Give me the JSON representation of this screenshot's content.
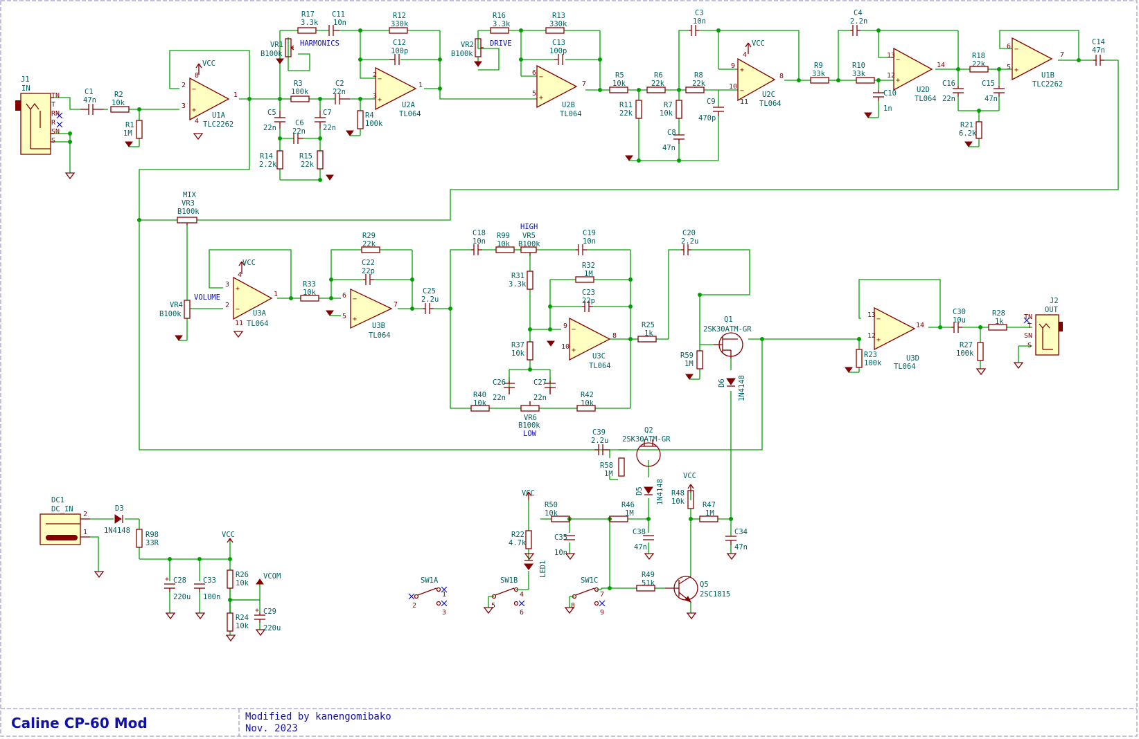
{
  "title_block": {
    "title": "Caline CP-60 Mod",
    "modified_by": "Modified by kanengomibako",
    "date": "Nov. 2023"
  },
  "colors": {
    "wire": "#00a000",
    "symbol": "#840000",
    "body": "#ffffc2",
    "text": "#006060",
    "net": "#1010b0",
    "frame": "#8080c0"
  },
  "labels": {
    "J1": "J1",
    "J1_val": "IN",
    "J1_pins": [
      "TN",
      "T",
      "RN",
      "R",
      "SN",
      "S"
    ],
    "J2": "J2",
    "J2_val": "OUT",
    "J2_pins": [
      "TN",
      "T",
      "SN",
      "S"
    ],
    "C1": "C1",
    "C1v": "47n",
    "R2": "R2",
    "R2v": "10k",
    "R1": "R1",
    "R1v": "1M",
    "U1A": "U1A",
    "U1Av": "TLC2262",
    "U1B": "U1B",
    "U1Bv": "TLC2262",
    "R17": "R17",
    "R17v": "3.3k",
    "C11": "C11",
    "C11v": "10n",
    "VR1": "VR1",
    "VR1v": "B100k",
    "HARM": "HARMONICS",
    "R3": "R3",
    "R3v": "100k",
    "C2": "C2",
    "C2v": "22n",
    "C5": "C5",
    "C5v": "22n",
    "C6": "C6",
    "C6v": "22n",
    "C7": "C7",
    "C7v": "22n",
    "R14": "R14",
    "R14v": "2.2k",
    "R15": "R15",
    "R15v": "22k",
    "R4": "R4",
    "R4v": "100k",
    "R12": "R12",
    "R12v": "330k",
    "C12": "C12",
    "C12v": "100p",
    "U2A": "U2A",
    "U2Av": "TL064",
    "R16": "R16",
    "R16v": "3.3k",
    "VR2": "VR2",
    "VR2v": "B100k",
    "DRIVE": "DRIVE",
    "R13": "R13",
    "R13v": "330k",
    "C13": "C13",
    "C13v": "100p",
    "U2B": "U2B",
    "U2Bv": "TL064",
    "R5": "R5",
    "R5v": "10k",
    "R6": "R6",
    "R6v": "22k",
    "R11": "R11",
    "R11v": "22k",
    "R7": "R7",
    "R7v": "10k",
    "C8": "C8",
    "C8v": "47n",
    "R8": "R8",
    "R8v": "22k",
    "C9": "C9",
    "C9v": "470p",
    "C3": "C3",
    "C3v": "10n",
    "U2C": "U2C",
    "U2Cv": "TL064",
    "R9": "R9",
    "R9v": "33k",
    "C4": "C4",
    "C4v": "2.2n",
    "R10": "R10",
    "R10v": "33k",
    "C10": "C10",
    "C10v": "1n",
    "U2D": "U2D",
    "U2Dv": "TL064",
    "R18": "R18",
    "R18v": "22k",
    "C16": "C16",
    "C16v": "22n",
    "C15": "C15",
    "C15v": "47n",
    "R21": "R21",
    "R21v": "6.2k",
    "C14": "C14",
    "C14v": "47n",
    "VR3": "VR3",
    "VR3v": "B100k",
    "MIX": "MIX",
    "VR4": "VR4",
    "VR4v": "B100k",
    "VOLUME": "VOLUME",
    "U3A": "U3A",
    "U3Av": "TL064",
    "R33": "R33",
    "R33v": "10k",
    "R29": "R29",
    "R29v": "22k",
    "C22": "C22",
    "C22v": "22p",
    "U3B": "U3B",
    "U3Bv": "TL064",
    "C25": "C25",
    "C25v": "2.2u",
    "C18": "C18",
    "C18v": "10n",
    "R99": "R99",
    "R99v": "10k",
    "VR5": "VR5",
    "VR5v": "B100k",
    "HIGH": "HIGH",
    "C19": "C19",
    "C19v": "10n",
    "R31": "R31",
    "R31v": "3.3k",
    "R32": "R32",
    "R32v": "1M",
    "C23": "C23",
    "C23v": "22p",
    "U3C": "U3C",
    "U3Cv": "TL064",
    "R37": "R37",
    "R37v": "10k",
    "C26": "C26",
    "C26v": "22n",
    "C27": "C27",
    "C27v": "22n",
    "R40": "R40",
    "R40v": "10k",
    "VR6": "VR6",
    "VR6v": "B100k",
    "LOW": "LOW",
    "R42": "R42",
    "R42v": "10k",
    "R25": "R25",
    "R25v": "1k",
    "C20": "C20",
    "C20v": "2.2u",
    "Q1": "Q1",
    "Q1v": "2SK30ATM-GR",
    "R59": "R59",
    "R59v": "1M",
    "D6": "D6",
    "D6v": "1N4148",
    "U3D": "U3D",
    "U3Dv": "TL064",
    "R23": "R23",
    "R23v": "100k",
    "C30": "C30",
    "C30v": "10u",
    "R28": "R28",
    "R28v": "1k",
    "R27": "R27",
    "R27v": "100k",
    "C39": "C39",
    "C39v": "2.2u",
    "Q2": "Q2",
    "Q2v": "2SK30ATM-GR",
    "R58": "R58",
    "R58v": "1M",
    "D5": "D5",
    "D5v": "1N4148",
    "DC1": "DC1",
    "DC1v": "DC_IN",
    "D3": "D3",
    "D3v": "1N4148",
    "R98": "R98",
    "R98v": "33R",
    "C28": "C28",
    "C28v": "220u",
    "C33": "C33",
    "C33v": "100n",
    "R26": "R26",
    "R26v": "10k",
    "R24": "R24",
    "R24v": "10k",
    "C29": "C29",
    "C29v": "220u",
    "VCOM": "VCOM",
    "R50": "R50",
    "R50v": "10k",
    "R22": "R22",
    "R22v": "4.7k",
    "C35": "C35",
    "C35v": "10n",
    "LED1": "LED1",
    "R46": "R46",
    "R46v": "1M",
    "C38": "C38",
    "C38v": "47n",
    "R48": "R48",
    "R48v": "10k",
    "R47": "R47",
    "R47v": "1M",
    "C34": "C34",
    "C34v": "47n",
    "R49": "R49",
    "R49v": "51k",
    "Q5": "Q5",
    "Q5v": "2SC1815",
    "SW1A": "SW1A",
    "SW1B": "SW1B",
    "SW1C": "SW1C",
    "VCC": "VCC"
  }
}
